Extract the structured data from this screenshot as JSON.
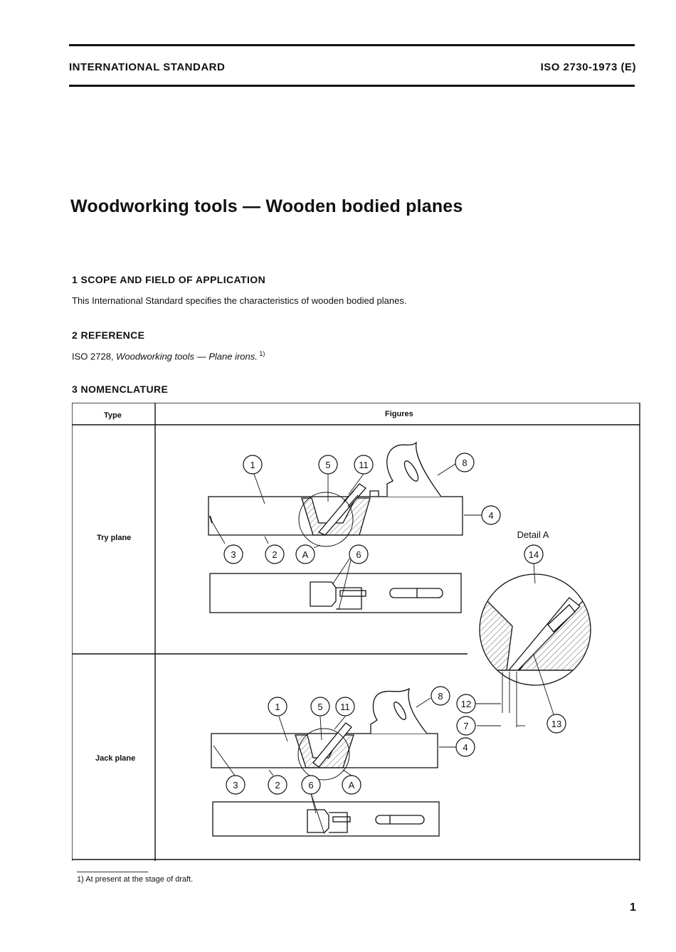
{
  "header": {
    "left": "INTERNATIONAL STANDARD",
    "right": "ISO 2730-1973 (E)"
  },
  "title": "Woodworking tools — Wooden bodied planes",
  "sections": [
    {
      "heading": "1  SCOPE AND FIELD OF APPLICATION",
      "text": "This International Standard specifies the characteristics of wooden bodied planes."
    },
    {
      "heading": "2  REFERENCE",
      "ref_number": "ISO 2728, ",
      "ref_title": "Woodworking tools — Plane irons.",
      "ref_note": " 1)"
    },
    {
      "heading": "3  NOMENCLATURE"
    }
  ],
  "table": {
    "col_type": "Type",
    "col_figures": "Figures",
    "rows": [
      {
        "type": "Try plane"
      },
      {
        "type": "Jack plane"
      }
    ]
  },
  "figure": {
    "detail_label": "Detail A",
    "try_callouts": [
      "1",
      "5",
      "11",
      "8",
      "4",
      "3",
      "2",
      "A",
      "6"
    ],
    "detail_callouts": [
      "14",
      "12",
      "7",
      "13"
    ],
    "jack_callouts": [
      "1",
      "5",
      "11",
      "8",
      "4",
      "3",
      "2",
      "6",
      "A"
    ]
  },
  "footnote": "1)   At present at the stage of draft.",
  "page_number": "1"
}
